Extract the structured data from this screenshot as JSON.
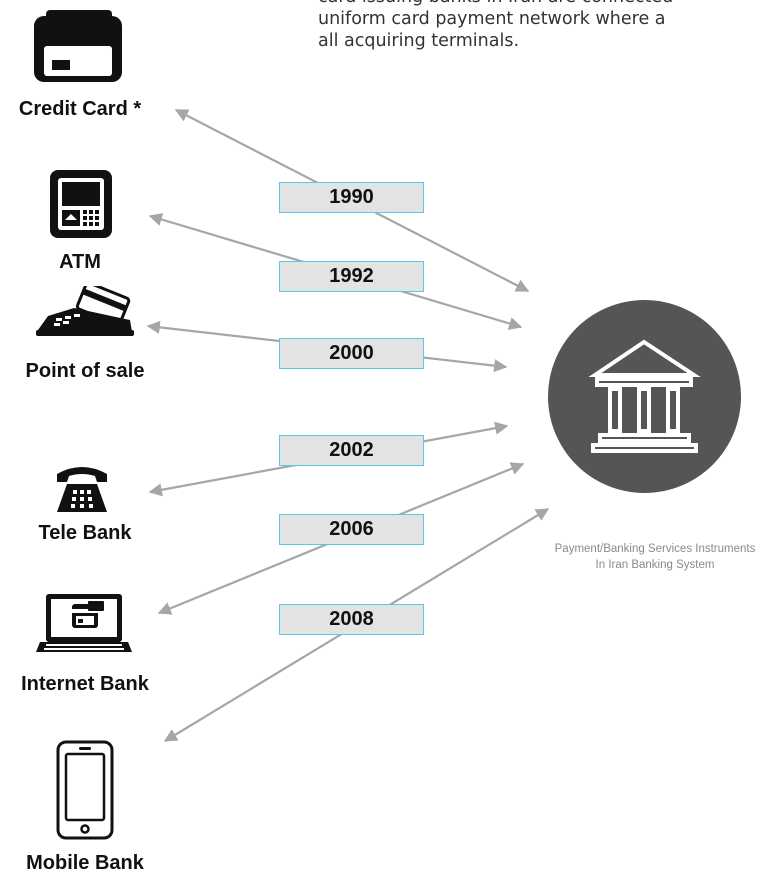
{
  "intro_text": "card issuing banks in Iran are connected\nuniform card payment network where a\nall acquiring terminals.",
  "instruments": [
    {
      "id": "credit-card",
      "label": "Credit Card *",
      "icon": "credit-card-icon"
    },
    {
      "id": "atm",
      "label": "ATM",
      "icon": "atm-icon"
    },
    {
      "id": "point-of-sale",
      "label": "Point of sale",
      "icon": "pos-terminal-icon"
    },
    {
      "id": "tele-bank",
      "label": "Tele Bank",
      "icon": "telephone-icon"
    },
    {
      "id": "internet-bank",
      "label": "Internet Bank",
      "icon": "laptop-card-icon"
    },
    {
      "id": "mobile-bank",
      "label": "Mobile Bank",
      "icon": "mobile-phone-icon"
    }
  ],
  "years": [
    "1990",
    "1992",
    "2000",
    "2002",
    "2006",
    "2008"
  ],
  "hub": {
    "icon": "bank-building-icon",
    "caption": "Payment/Banking Services Instruments\nIn Iran Banking System"
  },
  "colors": {
    "connector": "#a6a6a6",
    "hub": "#555555",
    "year_border": "#5bc8e8",
    "year_fill": "#e3e3e3"
  }
}
